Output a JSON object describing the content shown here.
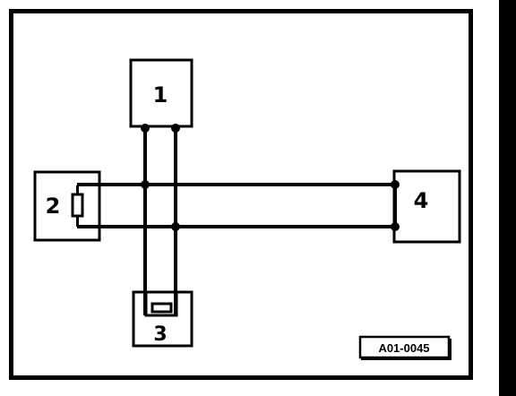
{
  "diagram": {
    "components": {
      "c1": {
        "label": "1"
      },
      "c2": {
        "label": "2"
      },
      "c3": {
        "label": "3"
      },
      "c4": {
        "label": "4"
      }
    },
    "reference_code": "A01-0045",
    "colors": {
      "ink": "#000000",
      "paper": "#ffffff",
      "side_bar": "#000000"
    }
  }
}
